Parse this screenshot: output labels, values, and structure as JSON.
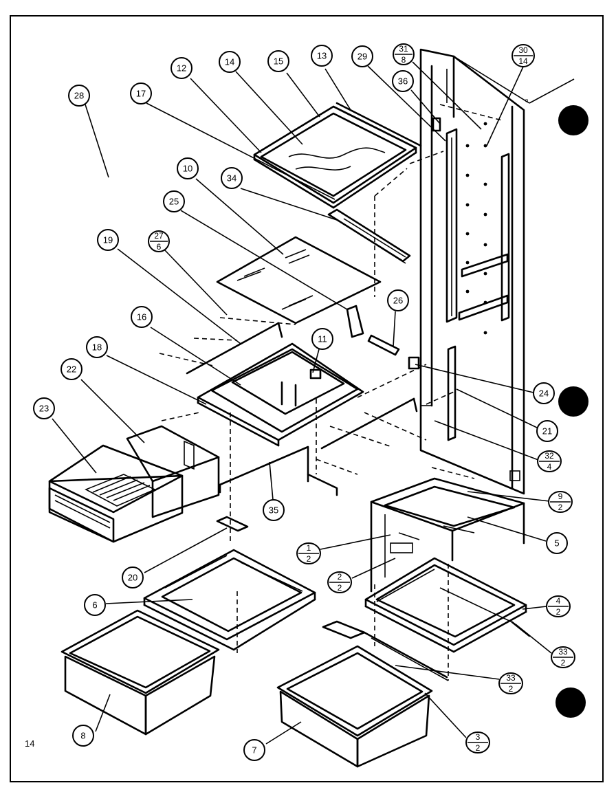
{
  "page_number": "14",
  "callouts": {
    "c28": "28",
    "c17": "17",
    "c12": "12",
    "c14": "14",
    "c15": "15",
    "c13": "13",
    "c29": "29",
    "c31": {
      "top": "31",
      "bottom": "8"
    },
    "c36": "36",
    "c30": {
      "top": "30",
      "bottom": "14"
    },
    "c10": "10",
    "c34": "34",
    "c25": "25",
    "c27": {
      "top": "27",
      "bottom": "6"
    },
    "c19": "19",
    "c26": "26",
    "c16": "16",
    "c11": "11",
    "c18": "18",
    "c22": "22",
    "c23": "23",
    "c24": "24",
    "c21": "21",
    "c32": {
      "top": "32",
      "bottom": "4"
    },
    "c35": "35",
    "c9": {
      "top": "9",
      "bottom": "2"
    },
    "c5": "5",
    "c1": {
      "top": "1",
      "bottom": "2"
    },
    "c2": {
      "top": "2",
      "bottom": "2"
    },
    "c20": "20",
    "c6": "6",
    "c4": {
      "top": "4",
      "bottom": "2"
    },
    "c33a": {
      "top": "33",
      "bottom": "2"
    },
    "c33b": {
      "top": "33",
      "bottom": "2"
    },
    "c3": {
      "top": "3",
      "bottom": "2"
    },
    "c8": "8",
    "c7": "7"
  }
}
